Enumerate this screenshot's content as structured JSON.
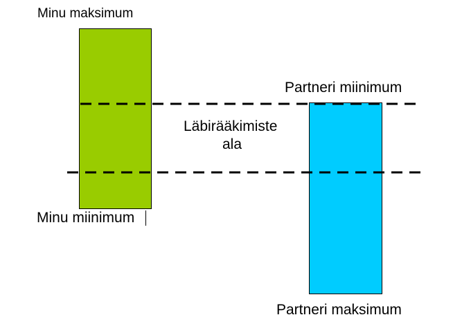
{
  "labels": {
    "my_maximum": "Minu maksimum",
    "my_minimum": "Minu miinimum",
    "partner_minimum": "Partneri miinimum",
    "partner_maximum": "Partneri maksimum",
    "negotiation_zone_line1": "Läbirääkimiste",
    "negotiation_zone_line2": "ala"
  },
  "colors": {
    "my_range": "#99cc00",
    "partner_range": "#00ccff",
    "dashed_lines": "#000000"
  }
}
